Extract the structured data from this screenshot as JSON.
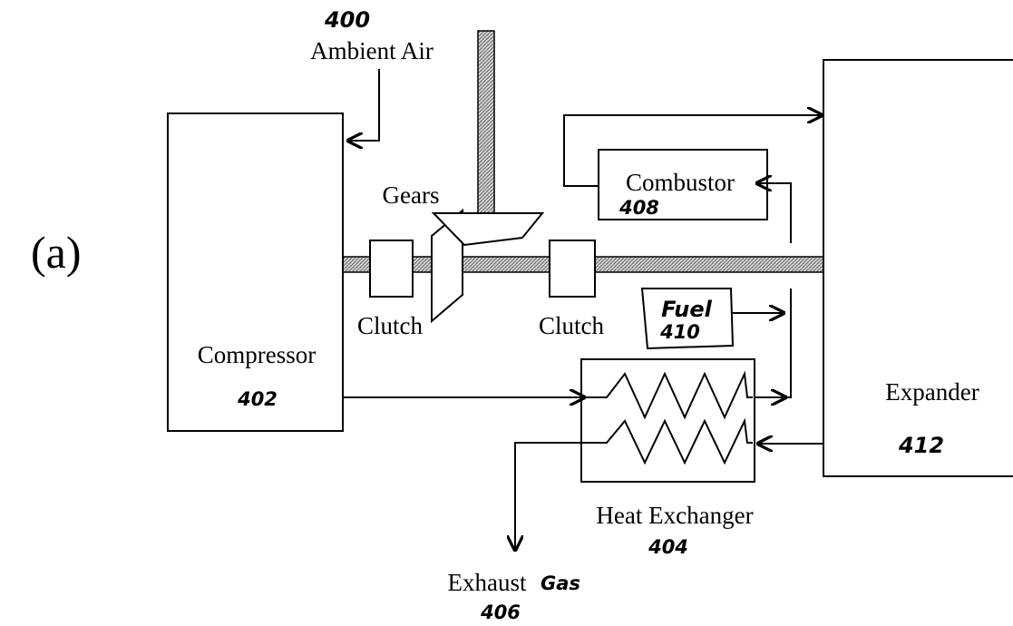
{
  "panel_label": "(a)",
  "ambient_air": {
    "number": "400",
    "label": "Ambient Air"
  },
  "compressor": {
    "label": "Compressor",
    "number": "402"
  },
  "gears": {
    "label": "Gears"
  },
  "clutch_left": {
    "label": "Clutch"
  },
  "clutch_right": {
    "label": "Clutch"
  },
  "combustor": {
    "label": "Combustor",
    "number": "408"
  },
  "fuel": {
    "label": "Fuel",
    "number": "410"
  },
  "heat_exchanger": {
    "label": "Heat Exchanger",
    "number": "404"
  },
  "exhaust": {
    "label": "Exhaust",
    "label_hand": "Gas",
    "number": "406"
  },
  "expander": {
    "label": "Expander",
    "number": "412"
  }
}
